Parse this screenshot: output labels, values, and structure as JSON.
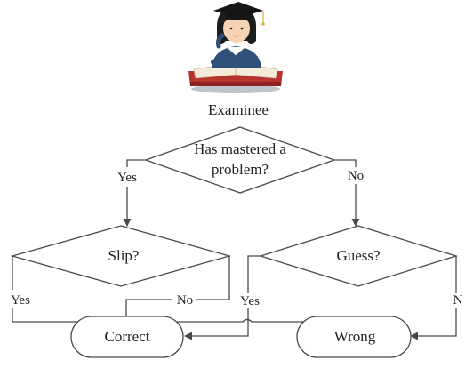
{
  "nodes": {
    "examinee": "Examinee",
    "mastered": [
      "Has mastered a",
      "problem?"
    ],
    "slip": "Slip?",
    "guess": "Guess?",
    "correct": "Correct",
    "wrong": "Wrong"
  },
  "edges": {
    "mastered_yes": "Yes",
    "mastered_no": "No",
    "slip_yes": "Yes",
    "slip_no": "No",
    "guess_yes": "Yes",
    "guess_no": "N"
  },
  "colors": {
    "line": "#4a4a4a",
    "text": "#222222",
    "background": "#ffffff"
  },
  "icons": [
    "examinee-student-icon"
  ]
}
